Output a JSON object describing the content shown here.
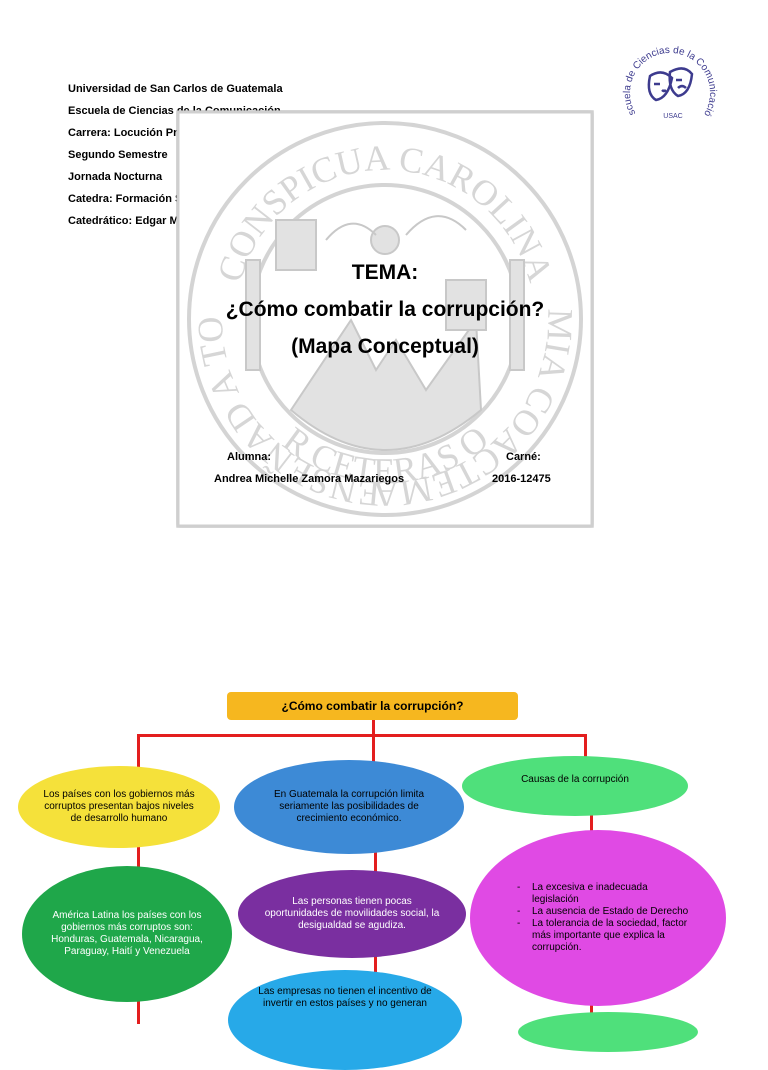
{
  "header": {
    "lines": [
      "Universidad de San Carlos de Guatemala",
      "Escuela de Ciencias de la Comunicación",
      "Carrera: Locución Profesional",
      "Segundo Semestre",
      "Jornada Nocturna",
      "Catedra: Formación Social Guatemalteca II",
      "Catedrático: Edgar Martínez"
    ]
  },
  "seal": {
    "top_text": "CONSPICUA CAROLINA",
    "left_text": "ID Y ENSEÑAD A TODOS",
    "right_text": "ACADEMIA COACTEMALENSIS",
    "bottom_text": "INTER CETERAS ORBIS"
  },
  "logo": {
    "ring_text": "Escuela de Ciencias de la Comunicación",
    "abbr": "USAC"
  },
  "tema": {
    "label": "TEMA:",
    "title": "¿Cómo combatir la corrupción?",
    "subtitle": "(Mapa Conceptual)"
  },
  "student": {
    "label": "Alumna:",
    "name": "Andrea Michelle Zamora Mazariegos",
    "carne_label": "Carné:",
    "carne": "2016-12475"
  },
  "map": {
    "title": "¿Cómo combatir la corrupción?",
    "nodes": {
      "left1": "Los países con los gobiernos más corruptos presentan bajos niveles de desarrollo humano",
      "left2": "América Latina los países con los gobiernos más corruptos son: Honduras, Guatemala, Nicaragua, Paraguay, Haití y Venezuela",
      "mid1": "En Guatemala la corrupción limita seriamente las posibilidades de crecimiento económico.",
      "mid2": "Las personas tienen pocas oportunidades de movilidades social, la desigualdad se agudiza.",
      "mid3": "Las empresas no tienen el incentivo de invertir en estos países y no generan",
      "right1": "Causas de la corrupción",
      "right2_items": [
        "La excesiva e inadecuada legislación",
        "La ausencia de Estado de Derecho",
        "La tolerancia de la sociedad, factor más importante que explica la corrupción."
      ]
    },
    "colors": {
      "title_bg": "#f6b71f",
      "connector": "#e31e1e",
      "left1": "#f5e13a",
      "left2": "#1fa74a",
      "mid1": "#3d8ad6",
      "mid2": "#7a2fa0",
      "mid3": "#27a9e8",
      "right1": "#4fe07b",
      "right2": "#e04ae4"
    }
  }
}
